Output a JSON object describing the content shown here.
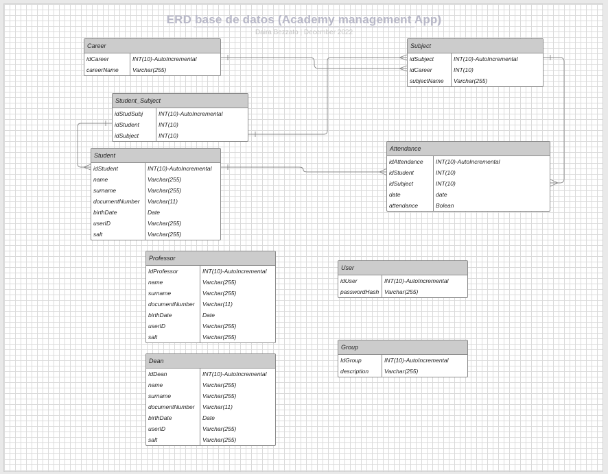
{
  "diagram": {
    "title": "ERD base de datos (Academy management App)",
    "subtitle": "Daira Bezzato  | December 2022"
  },
  "entities": [
    {
      "name": "Career",
      "rows": [
        {
          "field": "idCareer",
          "type": "INT(10)-AutoIncremental"
        },
        {
          "field": "careerName",
          "type": "Varchar(255)"
        }
      ]
    },
    {
      "name": "Subject",
      "rows": [
        {
          "field": "idSubject",
          "type": "INT(10)-AutoIncremental"
        },
        {
          "field": "idCareer",
          "type": "INT(10)"
        },
        {
          "field": "subjectName",
          "type": "Varchar(255)"
        }
      ]
    },
    {
      "name": "Student_Subject",
      "rows": [
        {
          "field": "idStudSubj",
          "type": "INT(10)-AutoIncremental"
        },
        {
          "field": "idStudent",
          "type": "INT(10)"
        },
        {
          "field": "idSubject",
          "type": "INT(10)"
        }
      ]
    },
    {
      "name": "Student",
      "rows": [
        {
          "field": "idStudent",
          "type": "INT(10)-AutoIncremental"
        },
        {
          "field": "name",
          "type": "Varchar(255)"
        },
        {
          "field": "surname",
          "type": "Varchar(255)"
        },
        {
          "field": "documentNumber",
          "type": "Varchar(11)"
        },
        {
          "field": "birthDate",
          "type": "Date"
        },
        {
          "field": "userID",
          "type": "Varchar(255)"
        },
        {
          "field": "salt",
          "type": "Varchar(255)"
        }
      ]
    },
    {
      "name": "Attendance",
      "rows": [
        {
          "field": "idAttendance",
          "type": "INT(10)-AutoIncremental"
        },
        {
          "field": "idStudent",
          "type": "INT(10)"
        },
        {
          "field": "idSubject",
          "type": "INT(10)"
        },
        {
          "field": "date",
          "type": "date"
        },
        {
          "field": "attendance",
          "type": "Bolean"
        }
      ]
    },
    {
      "name": "Professor",
      "rows": [
        {
          "field": "IdProfessor",
          "type": "INT(10)-AutoIncremental"
        },
        {
          "field": "name",
          "type": "Varchar(255)"
        },
        {
          "field": "surname",
          "type": "Varchar(255)"
        },
        {
          "field": "documentNumber",
          "type": "Varchar(11)"
        },
        {
          "field": "birthDate",
          "type": "Date"
        },
        {
          "field": "userID",
          "type": "Varchar(255)"
        },
        {
          "field": "salt",
          "type": "Varchar(255)"
        }
      ]
    },
    {
      "name": "User",
      "rows": [
        {
          "field": "idUser",
          "type": "INT(10)-AutoIncremental"
        },
        {
          "field": "passwordHash",
          "type": "Varchar(255)"
        }
      ]
    },
    {
      "name": "Dean",
      "rows": [
        {
          "field": "IdDean",
          "type": "INT(10)-AutoIncremental"
        },
        {
          "field": "name",
          "type": "Varchar(255)"
        },
        {
          "field": "surname",
          "type": "Varchar(255)"
        },
        {
          "field": "documentNumber",
          "type": "Varchar(11)"
        },
        {
          "field": "birthDate",
          "type": "Date"
        },
        {
          "field": "userID",
          "type": "Varchar(255)"
        },
        {
          "field": "salt",
          "type": "Varchar(255)"
        }
      ]
    },
    {
      "name": "Group",
      "rows": [
        {
          "field": "IdGroup",
          "type": "INT(10)-AutoIncremental"
        },
        {
          "field": "description",
          "type": "Varchar(255)"
        }
      ]
    }
  ],
  "relationships": [
    {
      "from": "Career.idCareer",
      "to": "Subject.idCareer",
      "from_end": "one",
      "to_end": "many"
    },
    {
      "from": "Subject.idSubject",
      "to": "Student_Subject.idSubject",
      "from_end": "many",
      "to_end": "one"
    },
    {
      "from": "Student_Subject.idStudent",
      "to": "Student.idStudent",
      "from_end": "one",
      "to_end": "many"
    },
    {
      "from": "Student.idStudent",
      "to": "Attendance.idStudent",
      "from_end": "one",
      "to_end": "many"
    },
    {
      "from": "Subject.idSubject",
      "to": "Attendance.idSubject",
      "from_end": "one",
      "to_end": "many"
    }
  ]
}
